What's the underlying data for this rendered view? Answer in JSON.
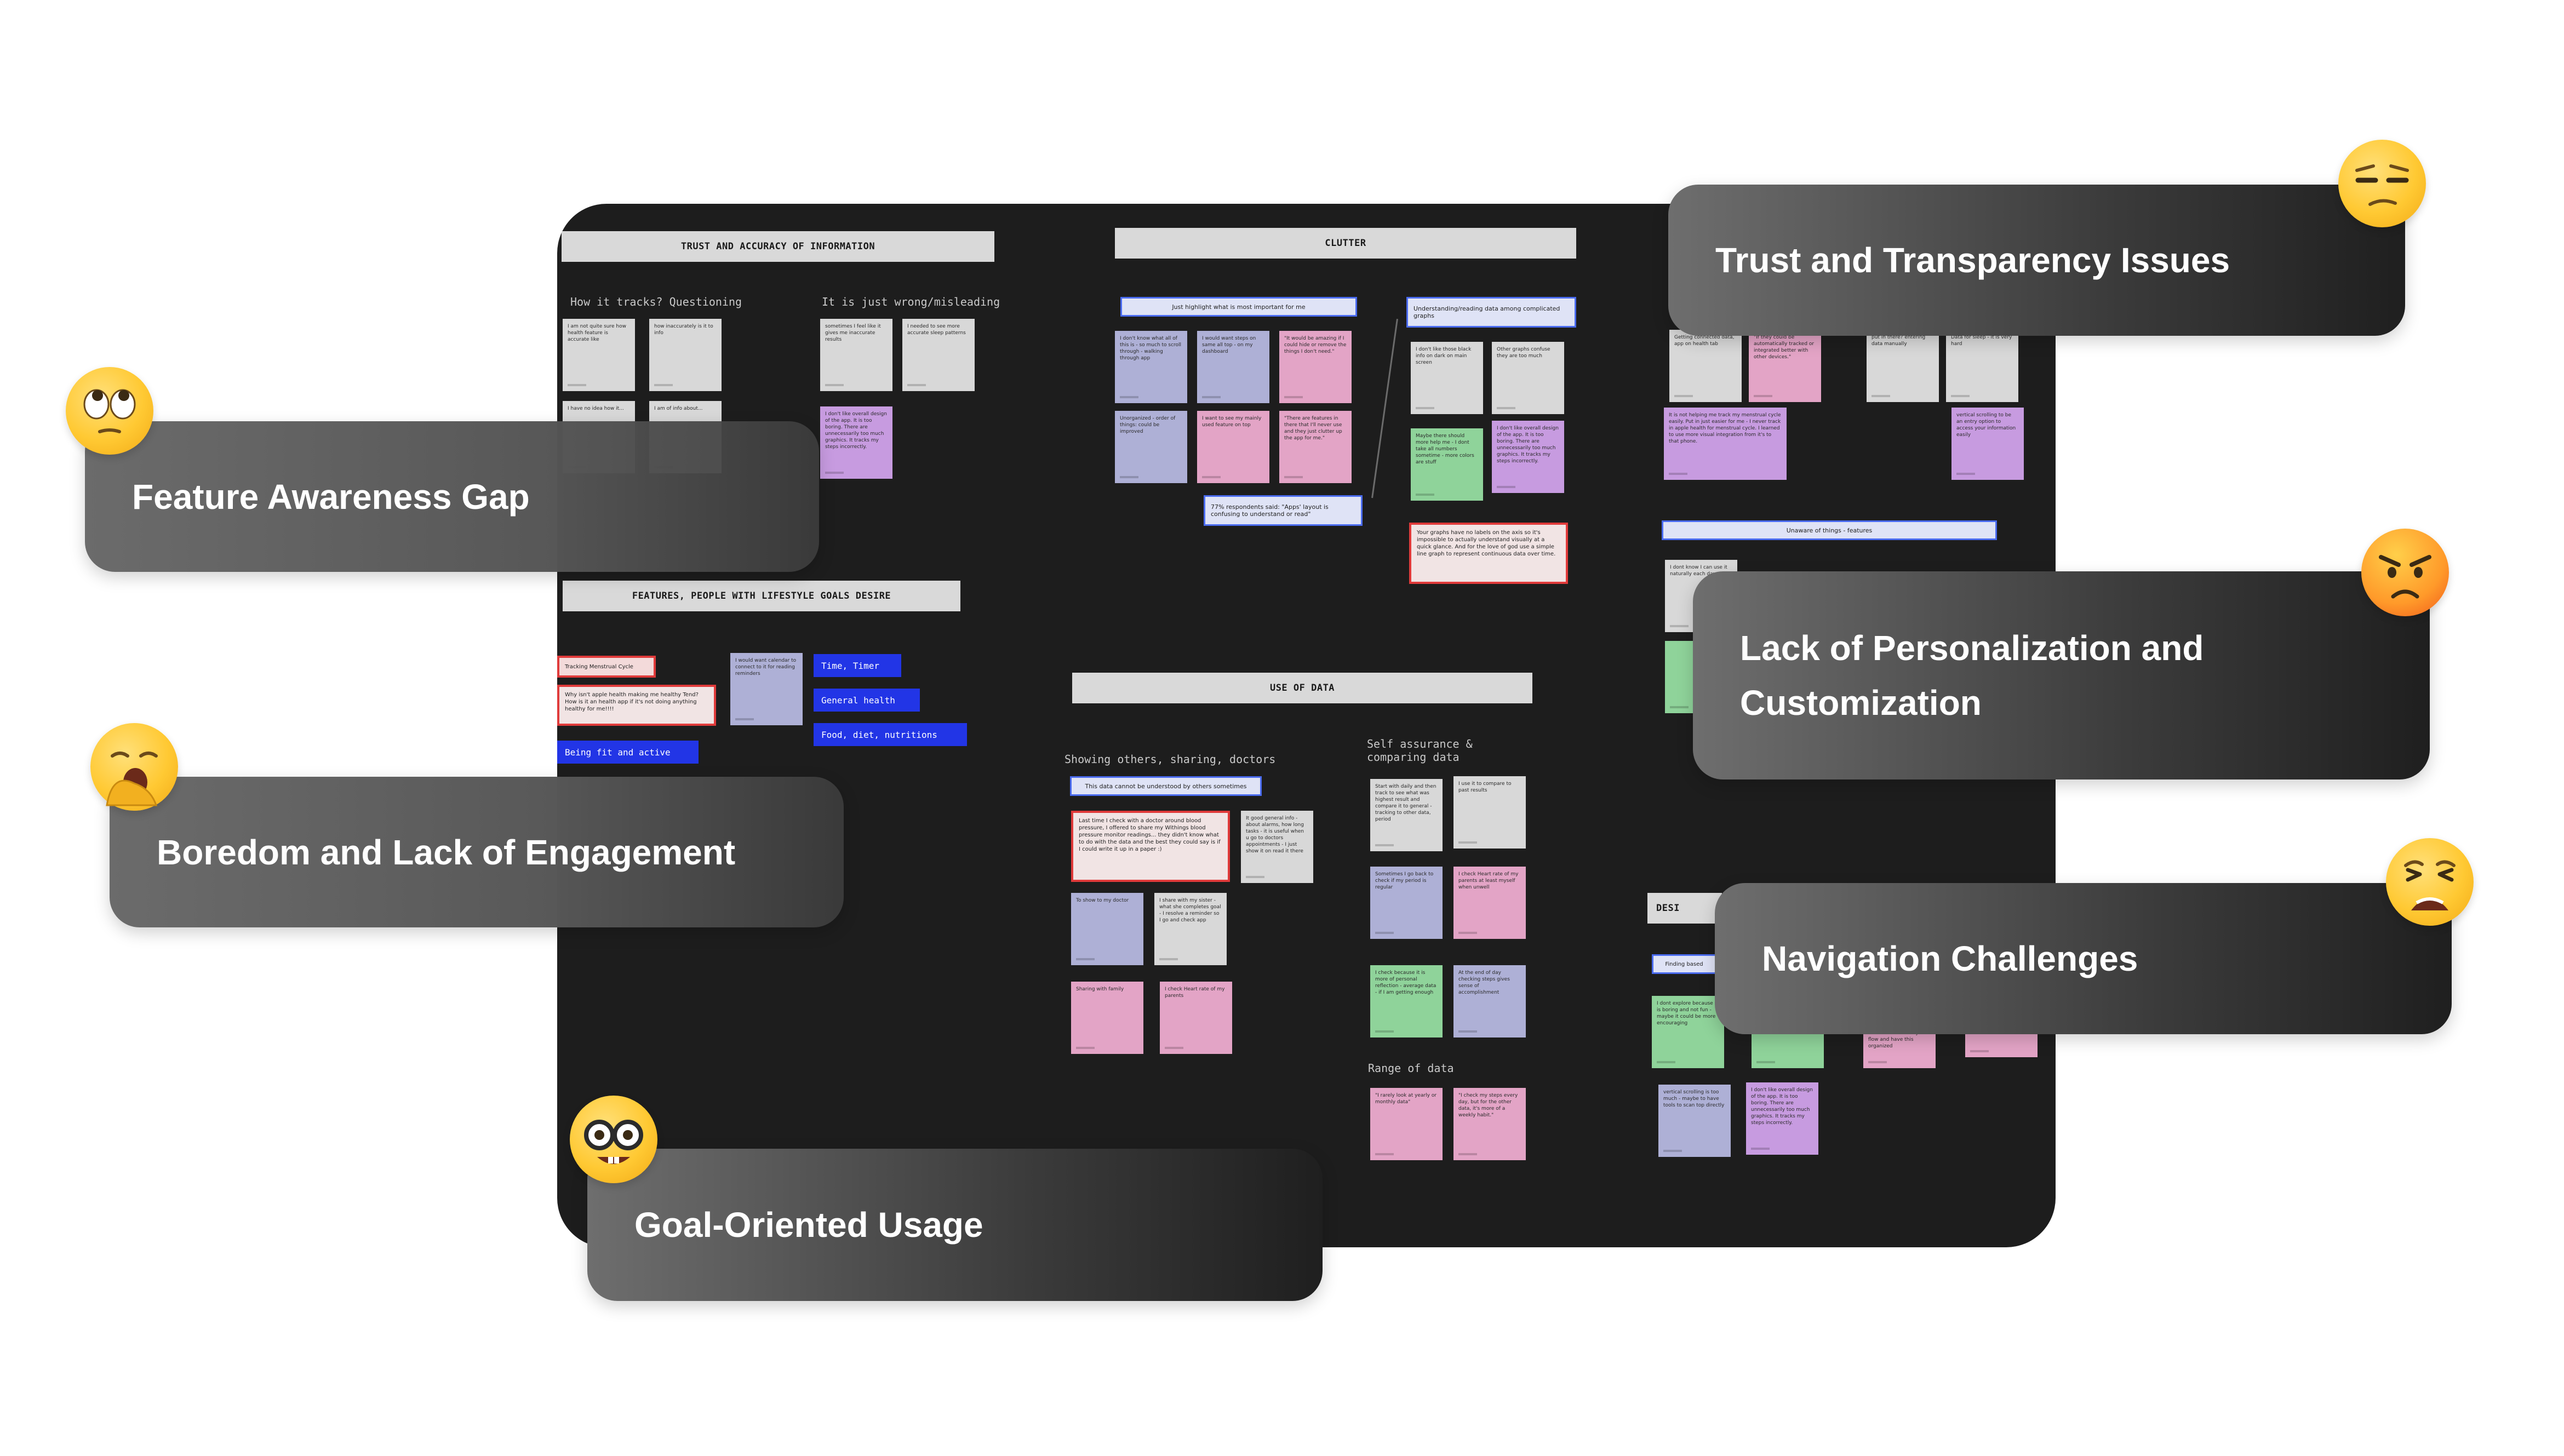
{
  "board": {
    "sections": {
      "trust_accuracy": "TRUST AND ACCURACY OF INFORMATION",
      "clutter": "CLUTTER",
      "features_goals": "FEATURES, PEOPLE WITH LIFESTYLE GOALS DESIRE",
      "use_of_data": "USE OF DATA",
      "desire": "DESI"
    },
    "subheadings": {
      "how_it_tracks": "How it tracks? Questioning",
      "just_wrong": "It is just wrong/misleading",
      "showing_others": "Showing others, sharing, doctors",
      "self_assurance": "Self assurance &\ncomparing data",
      "range_of_data": "Range of data"
    },
    "bars": {
      "highlight": "Just highlight what is most important for me",
      "understanding": "Understanding/reading data among complicated graphs",
      "respondents": "77% respondents said: \"Apps' layout is confusing to understand or read\"",
      "data_cannot": "This data cannot be understood by others sometimes",
      "unaware": "Unaware of things - features",
      "finding": "Finding based"
    },
    "tags": {
      "tracking_menstrual": "Tracking Menstrual Cycle",
      "being_fit": "Being fit and active",
      "time_timer": "Time, Timer",
      "general_health": "General health",
      "food_diet": "Food, diet, nutritions"
    },
    "red_notes": {
      "apple_health": "Why isn't apple health making me healthy Tend? How is it an health app if it's not doing anything healthy for me!!!!",
      "graphs_labels": "Your graphs have no labels on the axis so it's impossible to actually understand visually at a quick glance. And for the love of god use a simple line graph to represent continuous data over time.",
      "last_time_doctor": "Last time I check with a doctor around blood pressure, I offered to share my Withings blood pressure monitor readings... they didn't know what to do with the data and the best they could say is if I could write it up in a paper :)"
    },
    "notes": {
      "n1": "I am not quite sure how health feature is accurate like",
      "n2": "how inaccurately is it to info",
      "n3": "I have no idea how it...",
      "n4": "I am of info about...",
      "n5": "sometimes I feel like it gives me inaccurate results",
      "n6": "I needed to see more accurate sleep patterns",
      "n7": "I don't like overall design of the app. It is too boring. There are unnecessarily too much graphics. It tracks my steps incorrectly.",
      "n8": "I would want calendar to connect to it for reading reminders",
      "c1": "I don't know what all of this is - so much to scroll through - walking through app",
      "c2": "I would want steps on same all top - on my dashboard",
      "c3": "\"It would be amazing if I could hide or remove the things I don't need.\"",
      "c4": "Unorganized - order of things: could be improved",
      "c5": "I want to see my mainly used feature on top",
      "c6": "\"There are features in there that I'll never use and they just clutter up the app for me.\"",
      "c7": "I don't like those black info on dark on main screen",
      "c8": "Other graphs confuse they are too much",
      "c9": "Maybe there should more help me - I dont take all numbers sometime - more colors are stuff",
      "c10": "I don't like overall design of the app. It is too boring. There are unnecessarily too much graphics. It tracks my steps incorrectly.",
      "u1": "It good general info - about alarms, how long tasks - it is useful when u go to doctors appointments - I just show it on read it there",
      "u2": "To show to my doctor",
      "u3": "I share with my sister - what she completes goal - I resolve a reminder so I go and check app",
      "u4": "Sharing with family",
      "u5": "I check Heart rate of my parents",
      "s1": "Start with daily and then track to see what was highest result and compare it to general - tracking to other data, period",
      "s2": "I use it to compare to past results",
      "s3": "Sometimes I go back to check if my period is regular",
      "s4": "I check Heart rate of my parents at least myself when unwell",
      "s5": "I check because it is more of personal reflection - average data - if I am getting enough",
      "s6": "At the end of day checking steps gives sense of accomplishment",
      "s7": "\"I rarely look at yearly or monthly data\"",
      "s8": "\"I check my steps every day, but for the other data, it's more of a weekly habit.\"",
      "t1": "Getting connected data, app on health tab",
      "t2": "\"If they could be automatically tracked or integrated better with other devices.\"",
      "t3": "put in there? entering data manually",
      "t4": "Data for sleep - it is very hard",
      "t5": "It is not helping me track my menstrual cycle easily. Put in just easier for me - I never track in apple health for menstrual cycle. I learned to use more visual integration from it's to that phone.",
      "t6": "vertical scrolling to be an entry option to access your information easily",
      "d1": "I dont explore because it is boring and not fun - maybe it could be more encouraging",
      "d2": "vertical scrolling is too much - maybe to have tools to scan top directly",
      "d3": "I don't like overall design of the app. It is too boring. There are unnecessarily too much graphics. It tracks my steps incorrectly.",
      "d4": "what ever dolls they see flow and have this organized",
      "p1": "I dont know I can use it naturally each day"
    }
  },
  "cards": {
    "feature_awareness": "Feature Awareness Gap",
    "boredom": "Boredom and Lack of Engagement",
    "goal_oriented": "Goal-Oriented Usage",
    "trust_transparency": "Trust and Transparency Issues",
    "personalization": "Lack of Personalization and Customization",
    "navigation": "Navigation Challenges"
  },
  "emojis": {
    "feature_awareness": "eye-roll-face-icon",
    "boredom": "yawning-face-icon",
    "goal_oriented": "nerd-face-icon",
    "trust_transparency": "unamused-face-icon",
    "personalization": "angry-face-icon",
    "navigation": "weary-face-icon"
  },
  "colors": {
    "board_bg": "#1d1d1d",
    "note_grey": "#d8d8d8",
    "note_purple": "#aeb0d6",
    "note_pink": "#e3a4c6",
    "note_green": "#8fd39a",
    "note_violet": "#c79be0",
    "tag_blue": "#2235e6",
    "alert_red": "#e0393b"
  }
}
